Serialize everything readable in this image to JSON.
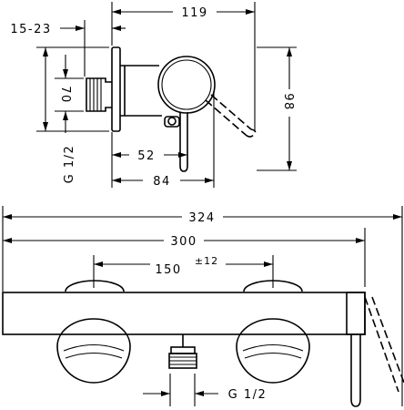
{
  "side_view": {
    "dim_width_total": "119",
    "dim_wall_gap": "15-23",
    "dim_outlet_height": "70",
    "dim_height": "98",
    "dim_depth_inner": "52",
    "dim_depth_outer": "84",
    "thread_label": "G 1/2"
  },
  "front_view": {
    "dim_total_width": "324",
    "dim_body_width": "300",
    "dim_centers": "150",
    "dim_centers_tolerance": "±12",
    "thread_label": "G 1/2"
  }
}
